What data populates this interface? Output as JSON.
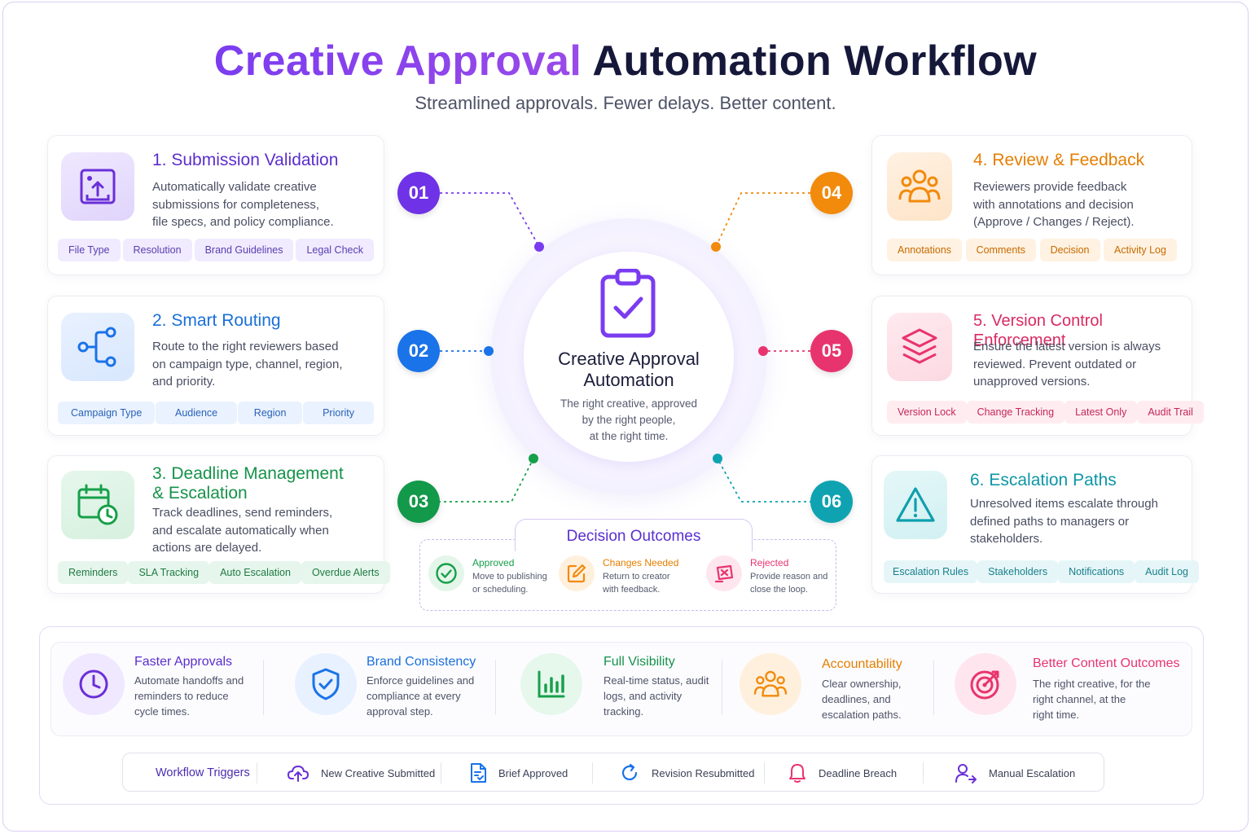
{
  "header": {
    "title_part1": "Creative Approval",
    "title_part2": "Automation Workflow",
    "subtitle": "Streamlined approvals. Fewer delays. Better content."
  },
  "colors": {
    "purple": "#7a3cf0",
    "blue": "#1a73e8",
    "green": "#17a04a",
    "orange": "#f28a0c",
    "pink": "#e8346e",
    "teal": "#0fa3b1"
  },
  "center": {
    "icon": "clipboard-check-icon",
    "title_line1": "Creative Approval",
    "title_line2": "Automation",
    "desc_line1": "The right creative, approved",
    "desc_line2": "by the right people,",
    "desc_line3": "at the right time."
  },
  "steps": [
    {
      "badge": "01",
      "icon": "image-upload-icon",
      "title": "1. Submission Validation",
      "desc": [
        "Automatically validate creative",
        "submissions for completeness,",
        "file specs, and policy compliance."
      ],
      "tags": [
        "File Type",
        "Resolution",
        "Brand Guidelines",
        "Legal Check"
      ]
    },
    {
      "badge": "02",
      "icon": "routing-icon",
      "title": "2. Smart Routing",
      "desc": [
        "Route to the right reviewers based",
        "on campaign type, channel, region,",
        "and priority."
      ],
      "tags": [
        "Campaign Type",
        "Audience",
        "Region",
        "Priority"
      ]
    },
    {
      "badge": "03",
      "icon": "calendar-clock-icon",
      "title_line1": "3. Deadline Management",
      "title_line2": "& Escalation",
      "desc": [
        "Track deadlines, send reminders,",
        "and escalate automatically when",
        "actions are delayed."
      ],
      "tags": [
        "Reminders",
        "SLA Tracking",
        "Auto Escalation",
        "Overdue Alerts"
      ]
    },
    {
      "badge": "04",
      "icon": "team-icon",
      "title": "4. Review & Feedback",
      "desc": [
        "Reviewers provide feedback",
        "with annotations and decision",
        "(Approve / Changes / Reject)."
      ],
      "tags": [
        "Annotations",
        "Comments",
        "Decision",
        "Activity Log"
      ]
    },
    {
      "badge": "05",
      "icon": "layers-icon",
      "title": "5. Version Control Enforcement",
      "desc": [
        "Ensure the latest version is always",
        "reviewed. Prevent outdated or",
        "unapproved versions."
      ],
      "tags": [
        "Version Lock",
        "Change Tracking",
        "Latest Only",
        "Audit Trail"
      ]
    },
    {
      "badge": "06",
      "icon": "warning-icon",
      "title": "6. Escalation Paths",
      "desc": [
        "Unresolved items escalate through",
        "defined paths to managers or",
        "stakeholders."
      ],
      "tags": [
        "Escalation Rules",
        "Stakeholders",
        "Notifications",
        "Audit Log"
      ]
    }
  ],
  "decision": {
    "title": "Decision Outcomes",
    "outcomes": [
      {
        "icon": "check-circle-icon",
        "title": "Approved",
        "desc": [
          "Move to publishing",
          "or scheduling."
        ]
      },
      {
        "icon": "edit-icon",
        "title": "Changes Needed",
        "desc": [
          "Return to creator",
          "with feedback."
        ]
      },
      {
        "icon": "reject-icon",
        "title": "Rejected",
        "desc": [
          "Provide reason and",
          "close the loop."
        ]
      }
    ]
  },
  "benefits": [
    {
      "icon": "clock-icon",
      "title": "Faster Approvals",
      "desc": [
        "Automate handoffs and",
        "reminders to reduce",
        "cycle times."
      ]
    },
    {
      "icon": "shield-check-icon",
      "title": "Brand Consistency",
      "desc": [
        "Enforce guidelines and",
        "compliance at every",
        "approval step."
      ]
    },
    {
      "icon": "bar-chart-icon",
      "title": "Full Visibility",
      "desc": [
        "Real-time status, audit",
        "logs, and activity",
        "tracking."
      ]
    },
    {
      "icon": "team-icon",
      "title": "Accountability",
      "desc": [
        "Clear ownership,",
        "deadlines, and",
        "escalation paths."
      ]
    },
    {
      "icon": "target-icon",
      "title": "Better Content Outcomes",
      "desc": [
        "The right creative, for the",
        "right channel, at the",
        "right time."
      ]
    }
  ],
  "triggers": {
    "label": "Workflow Triggers",
    "items": [
      {
        "icon": "cloud-upload-icon",
        "label": "New Creative Submitted"
      },
      {
        "icon": "document-check-icon",
        "label": "Brief Approved"
      },
      {
        "icon": "refresh-icon",
        "label": "Revision Resubmitted"
      },
      {
        "icon": "bell-icon",
        "label": "Deadline Breach"
      },
      {
        "icon": "user-escalate-icon",
        "label": "Manual Escalation"
      }
    ]
  }
}
